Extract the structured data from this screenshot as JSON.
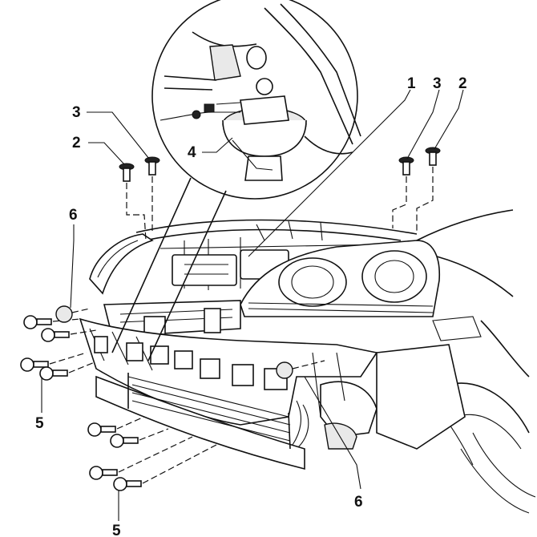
{
  "callouts": [
    {
      "id": "c1",
      "label": "1"
    },
    {
      "id": "c2a",
      "label": "2"
    },
    {
      "id": "c2b",
      "label": "2"
    },
    {
      "id": "c3a",
      "label": "3"
    },
    {
      "id": "c3b",
      "label": "3"
    },
    {
      "id": "c4",
      "label": "4"
    },
    {
      "id": "c5a",
      "label": "5"
    },
    {
      "id": "c5b",
      "label": "5"
    },
    {
      "id": "c6a",
      "label": "6"
    },
    {
      "id": "c6b",
      "label": "6"
    }
  ]
}
